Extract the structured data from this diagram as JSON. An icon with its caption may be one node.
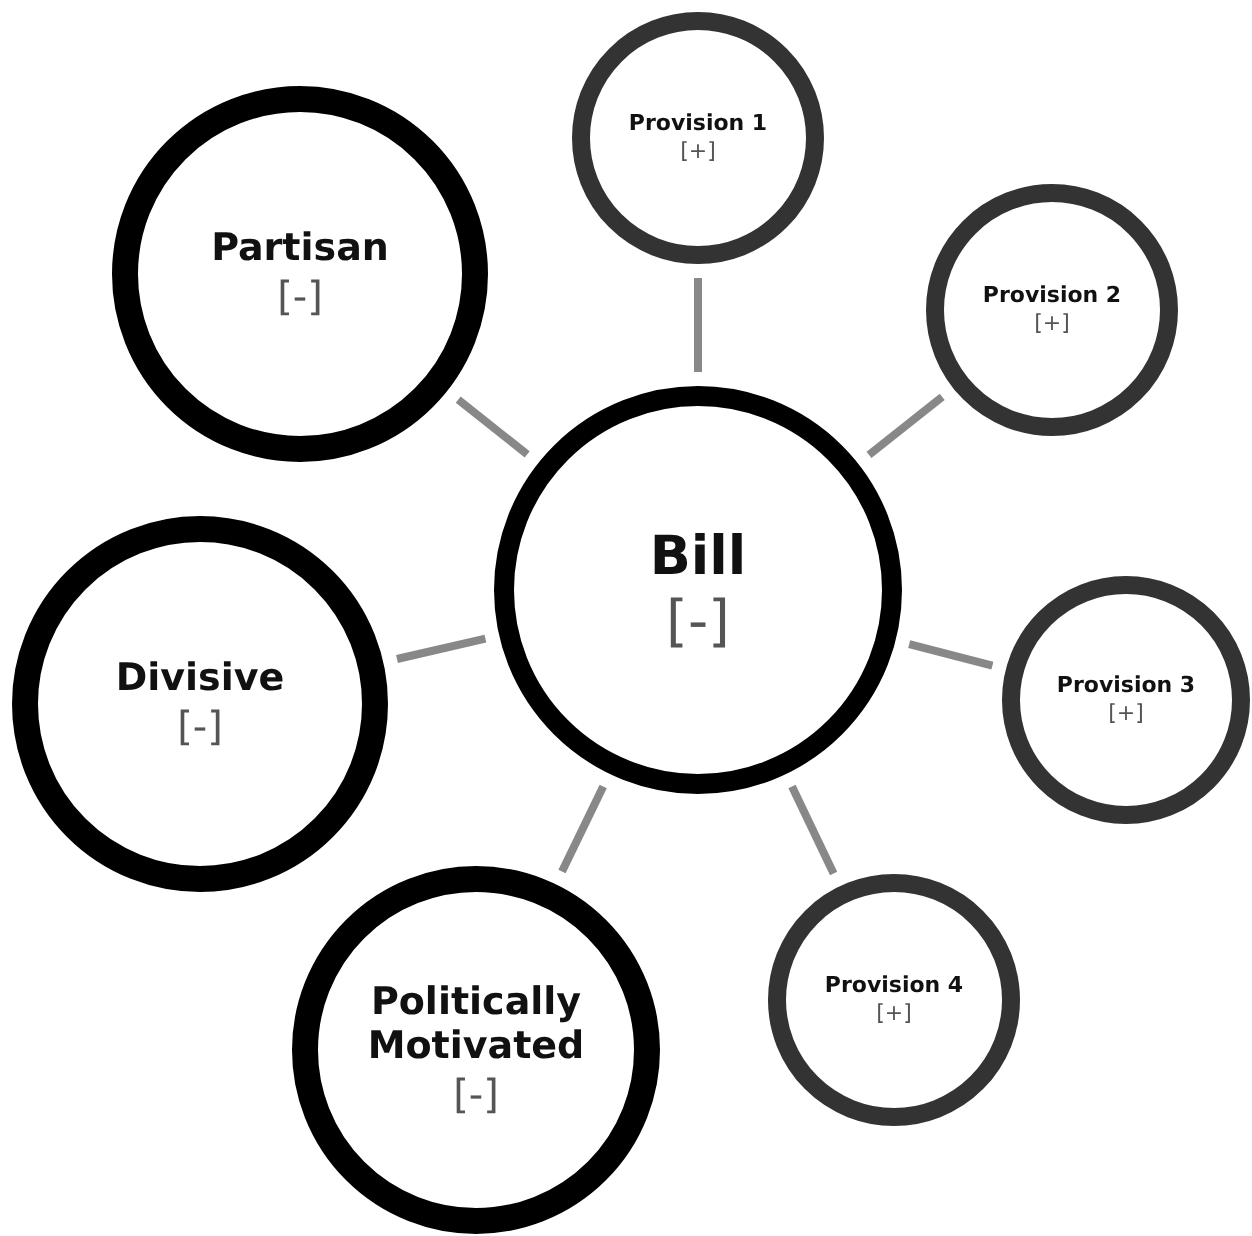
{
  "diagram": {
    "nodes": [
      {
        "text": [
          "Provision 1",
          "[+]"
        ]
      },
      {
        "text": [
          "Partisan",
          "[-]"
        ]
      },
      {
        "text": [
          "Provision 2",
          "[+]"
        ]
      },
      {
        "text": [
          "Bill",
          "[-]"
        ]
      },
      {
        "text": [
          "Divisive",
          "[-]"
        ]
      },
      {
        "text": [
          "Provision 3",
          "[+]"
        ]
      },
      {
        "text": [
          "Provision 4",
          "[+]"
        ]
      },
      {
        "text": [
          "Politically Motivated",
          "[-]"
        ]
      }
    ],
    "edges": [
      {
        "from": 3,
        "to": 0,
        "arrow": "none"
      },
      {
        "from": 3,
        "to": 1,
        "arrow": "none"
      },
      {
        "from": 3,
        "to": 2,
        "arrow": "none"
      },
      {
        "from": 3,
        "to": 4,
        "arrow": "none"
      },
      {
        "from": 3,
        "to": 5,
        "arrow": "none"
      },
      {
        "from": 3,
        "to": 6,
        "arrow": "none"
      },
      {
        "from": 3,
        "to": 7,
        "arrow": "none"
      }
    ]
  }
}
